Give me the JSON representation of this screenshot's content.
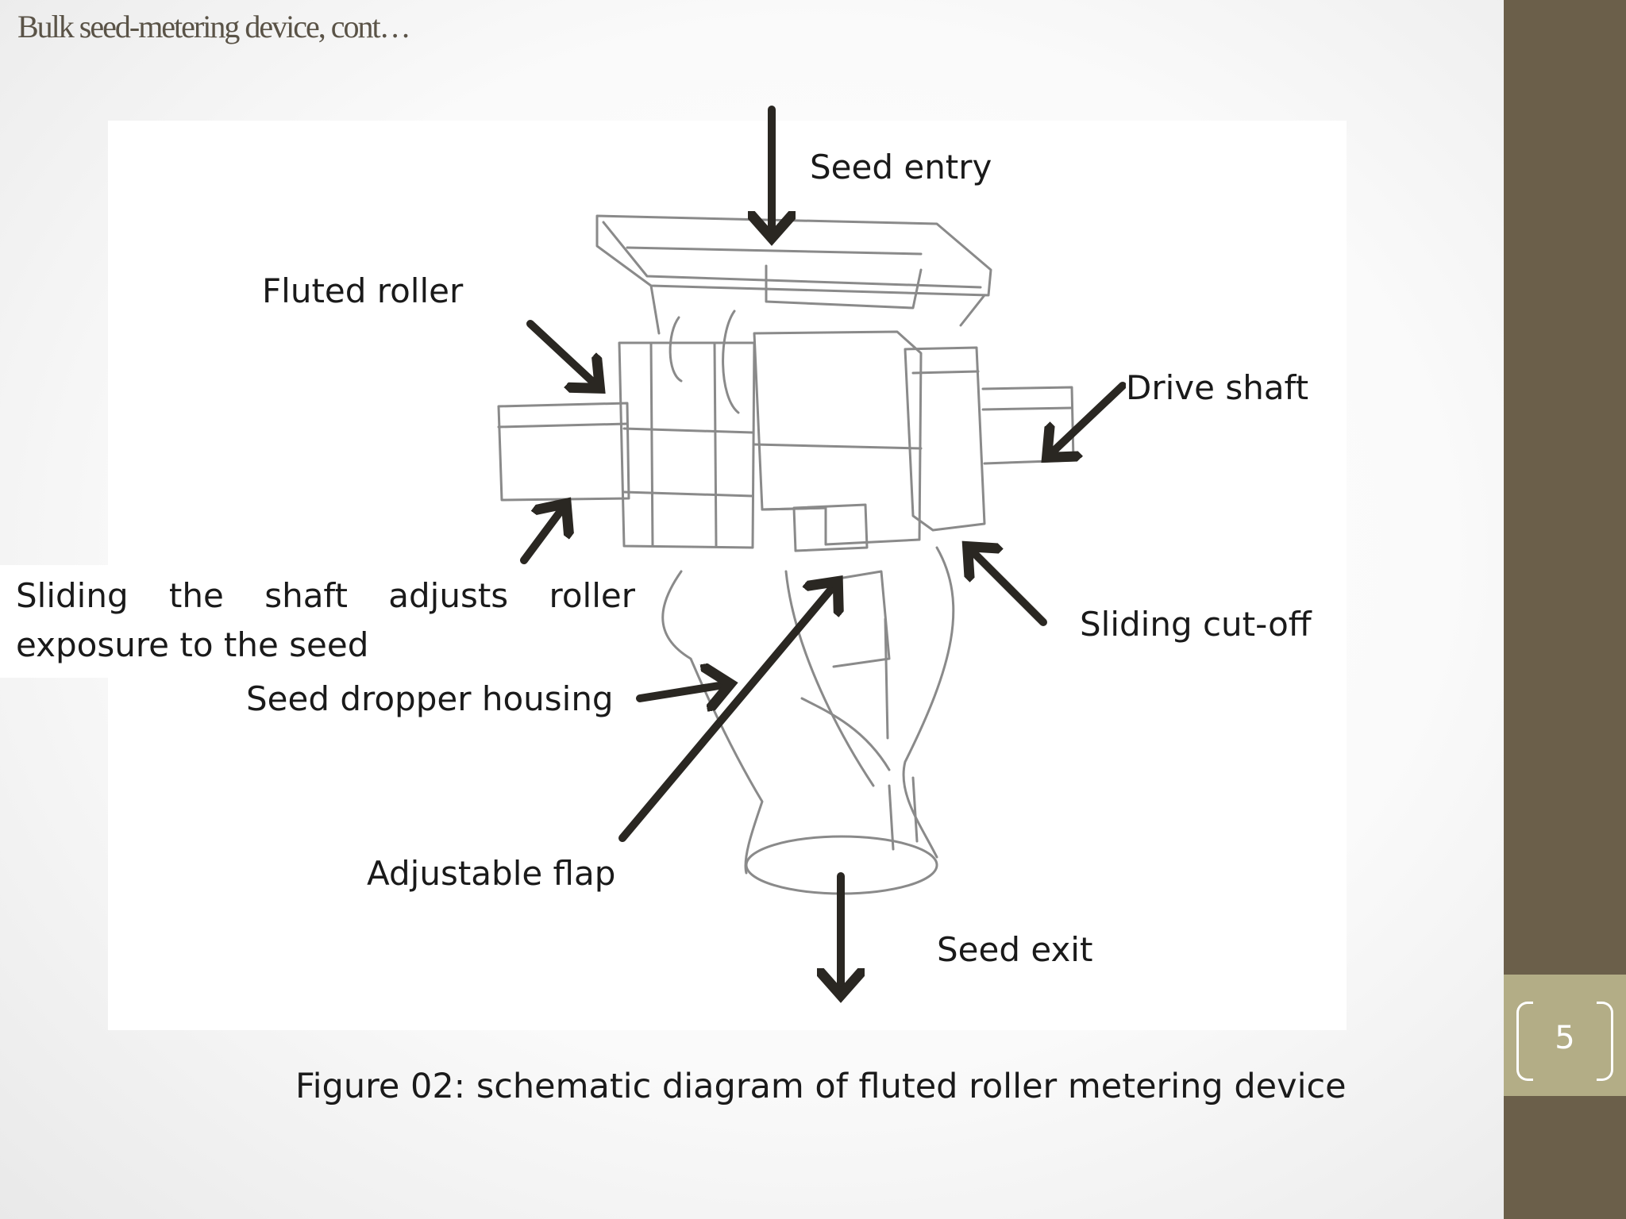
{
  "slide": {
    "title": "Bulk seed-metering device, cont…",
    "page_number": "5"
  },
  "diagram": {
    "labels": {
      "seed_entry": "Seed entry",
      "fluted_roller": "Fluted roller",
      "drive_shaft": "Drive shaft",
      "sliding_shaft_note": "Sliding the shaft adjusts roller exposure to the seed",
      "sliding_cutoff": "Sliding cut-off",
      "seed_dropper_housing": "Seed dropper housing",
      "adjustable_flap": "Adjustable flap",
      "seed_exit": "Seed exit"
    },
    "caption": "Figure 02: schematic diagram of fluted roller metering device"
  },
  "colors": {
    "sidebar": "#6b5f4a",
    "page_box": "#b3ad86",
    "arrow": "#2a2722",
    "sketch_line": "#8a8a8a"
  }
}
